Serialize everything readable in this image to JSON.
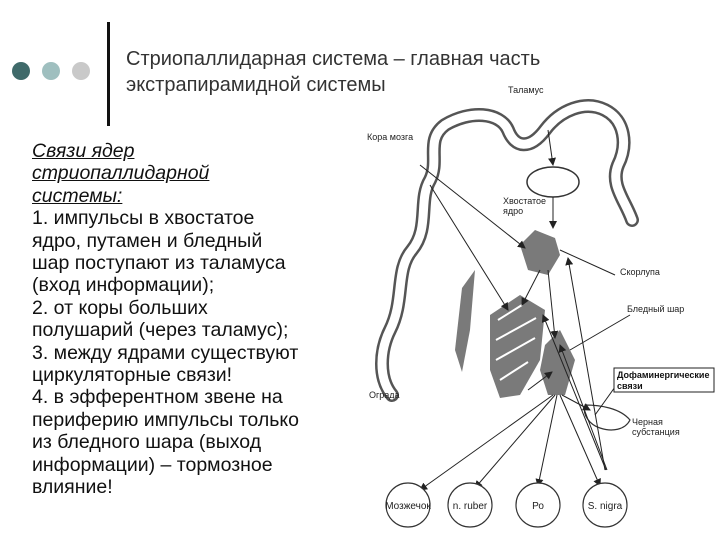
{
  "slide": {
    "title_lines": [
      "Стриопаллидарная система – главная часть",
      "экстрапирамидной системы"
    ],
    "body": {
      "heading_lines": [
        "Связи ядер",
        "стриопаллидарной",
        "системы:"
      ],
      "lines": [
        "1. импульсы в хвостатое",
        "ядро, путамен и бледный",
        "шар поступают из таламуса",
        "(вход информации);",
        "2. от коры больших",
        "полушарий (через таламус);",
        "3. между ядрами существуют",
        "циркуляторные связи!",
        "4. в эфферентном звене на",
        "периферию импульсы только",
        "из бледного шара (выход",
        "информации) – тормозное",
        "влияние!"
      ]
    }
  },
  "decor": {
    "dot_colors": [
      "#3f6a6a",
      "#9fbfbf",
      "#c9c9c9"
    ]
  },
  "diagram": {
    "labels": {
      "thalamus": "Таламус",
      "cortex": "Кора мозга",
      "caudate_line1": "Хвостатое",
      "caudate_line2": "ядро",
      "shell": "Скорлупа",
      "pallidus": "Бледный шар",
      "dopamine_line1": "Дофаминергические",
      "dopamine_line2": "связи",
      "fence": "Ограда",
      "substantia_line1": "Черная",
      "substantia_line2": "субстанция"
    },
    "nodes": [
      "Мозжечок",
      "n. ruber",
      "Ро",
      "S. nigra"
    ],
    "colors": {
      "structure_fill": "#7a7a7a",
      "outline": "#555555"
    }
  }
}
